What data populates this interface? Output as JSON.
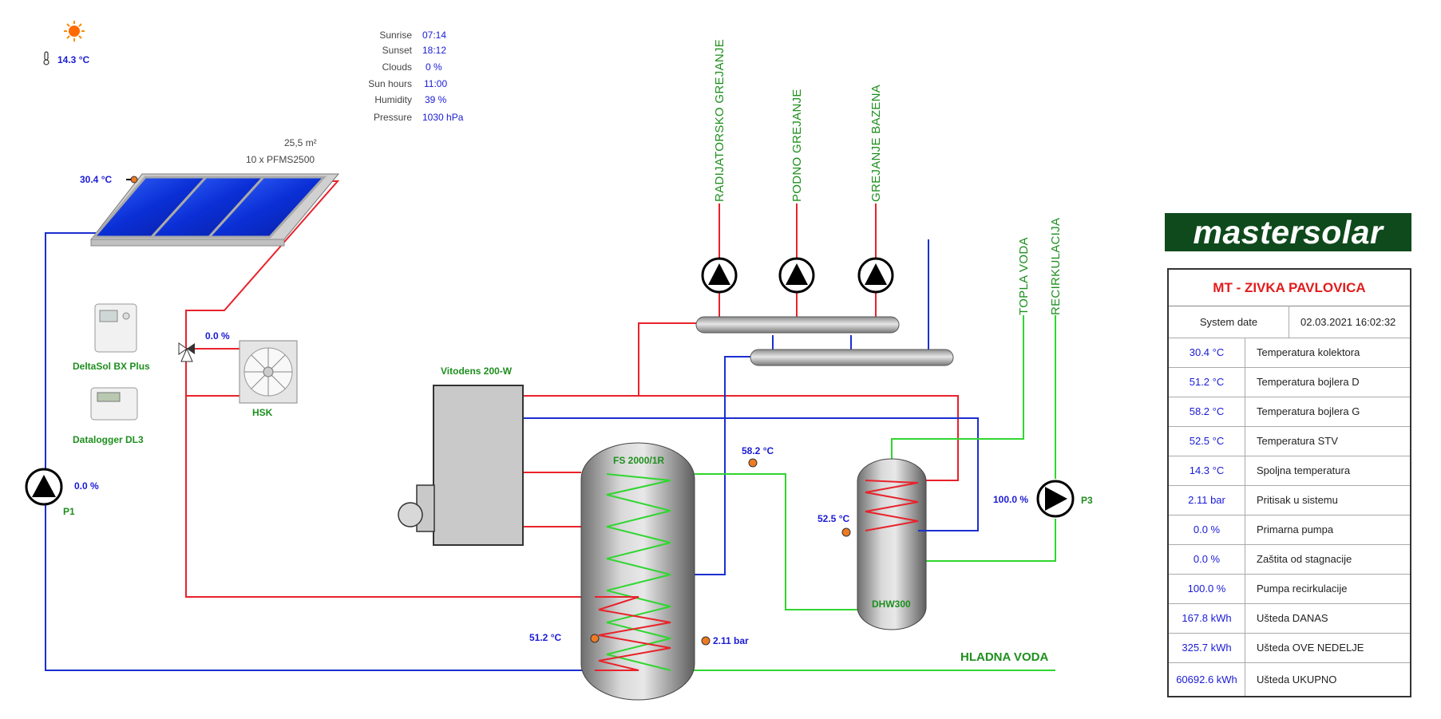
{
  "weather": {
    "outside_temp": "14.3 °C",
    "rows": [
      {
        "label": "Sunrise",
        "value": "07:14"
      },
      {
        "label": "Sunset",
        "value": "18:12"
      },
      {
        "label": "Clouds",
        "value": "0 %"
      },
      {
        "label": "Sun hours",
        "value": "11:00"
      },
      {
        "label": "Humidity",
        "value": "39 %"
      },
      {
        "label": "Pressure",
        "value": "1030 hPa"
      }
    ]
  },
  "collector": {
    "area": "25,5 m²",
    "model": "10 x PFMS2500",
    "temp": "30.4 °C"
  },
  "devices": {
    "controller": "DeltaSol BX Plus",
    "datalogger": "Datalogger DL3",
    "hsk": "HSK",
    "hsk_value": "0.0 %",
    "boiler": "Vitodens 200-W",
    "storage": "FS 2000/1R",
    "dhw": "DHW300"
  },
  "pumps": {
    "p1_label": "P1",
    "p1_value": "0.0 %",
    "p3_label": "P3",
    "p3_value": "100.0 %"
  },
  "sensors": {
    "storage_top": "58.2 °C",
    "storage_bottom": "51.2 °C",
    "pressure": "2.11 bar",
    "dhw_temp": "52.5 °C"
  },
  "circuits": {
    "radiator": "RADIJATORSKO GREJANJE",
    "floor": "PODNO GREJANJE",
    "pool": "GREJANJE BAZENA",
    "hot_water": "TOPLA VODA",
    "recirculation": "RECIRKULACIJA",
    "cold_water": "HLADNA VODA"
  },
  "panel": {
    "logo": "mastersolar",
    "title": "MT - ZIVKA PAVLOVICA",
    "system_date_label": "System date",
    "system_date_value": "02.03.2021 16:02:32",
    "rows": [
      {
        "value": "30.4 °C",
        "label": "Temperatura kolektora"
      },
      {
        "value": "51.2 °C",
        "label": "Temperatura bojlera D"
      },
      {
        "value": "58.2 °C",
        "label": "Temperatura bojlera G"
      },
      {
        "value": "52.5 °C",
        "label": "Temperatura STV"
      },
      {
        "value": "14.3 °C",
        "label": "Spoljna temperatura"
      },
      {
        "value": "2.11 bar",
        "label": "Pritisak u sistemu"
      },
      {
        "value": "0.0 %",
        "label": "Primarna pumpa"
      },
      {
        "value": "0.0 %",
        "label": "Zaštita od stagnacije"
      },
      {
        "value": "100.0 %",
        "label": "Pumpa recirkulacije"
      },
      {
        "value": "167.8 kWh",
        "label": "Ušteda DANAS"
      },
      {
        "value": "325.7 kWh",
        "label": "Ušteda OVE NEDELJE"
      },
      {
        "value": "60692.6 kWh",
        "label": "Ušteda UKUPNO"
      }
    ]
  },
  "colors": {
    "hot": "#e8222a",
    "cold": "#1b2fd0",
    "water": "#2fd62f",
    "label_green": "#1e8f1e",
    "value_blue": "#1a1ad6",
    "logo_bg": "#0f4a1c"
  }
}
